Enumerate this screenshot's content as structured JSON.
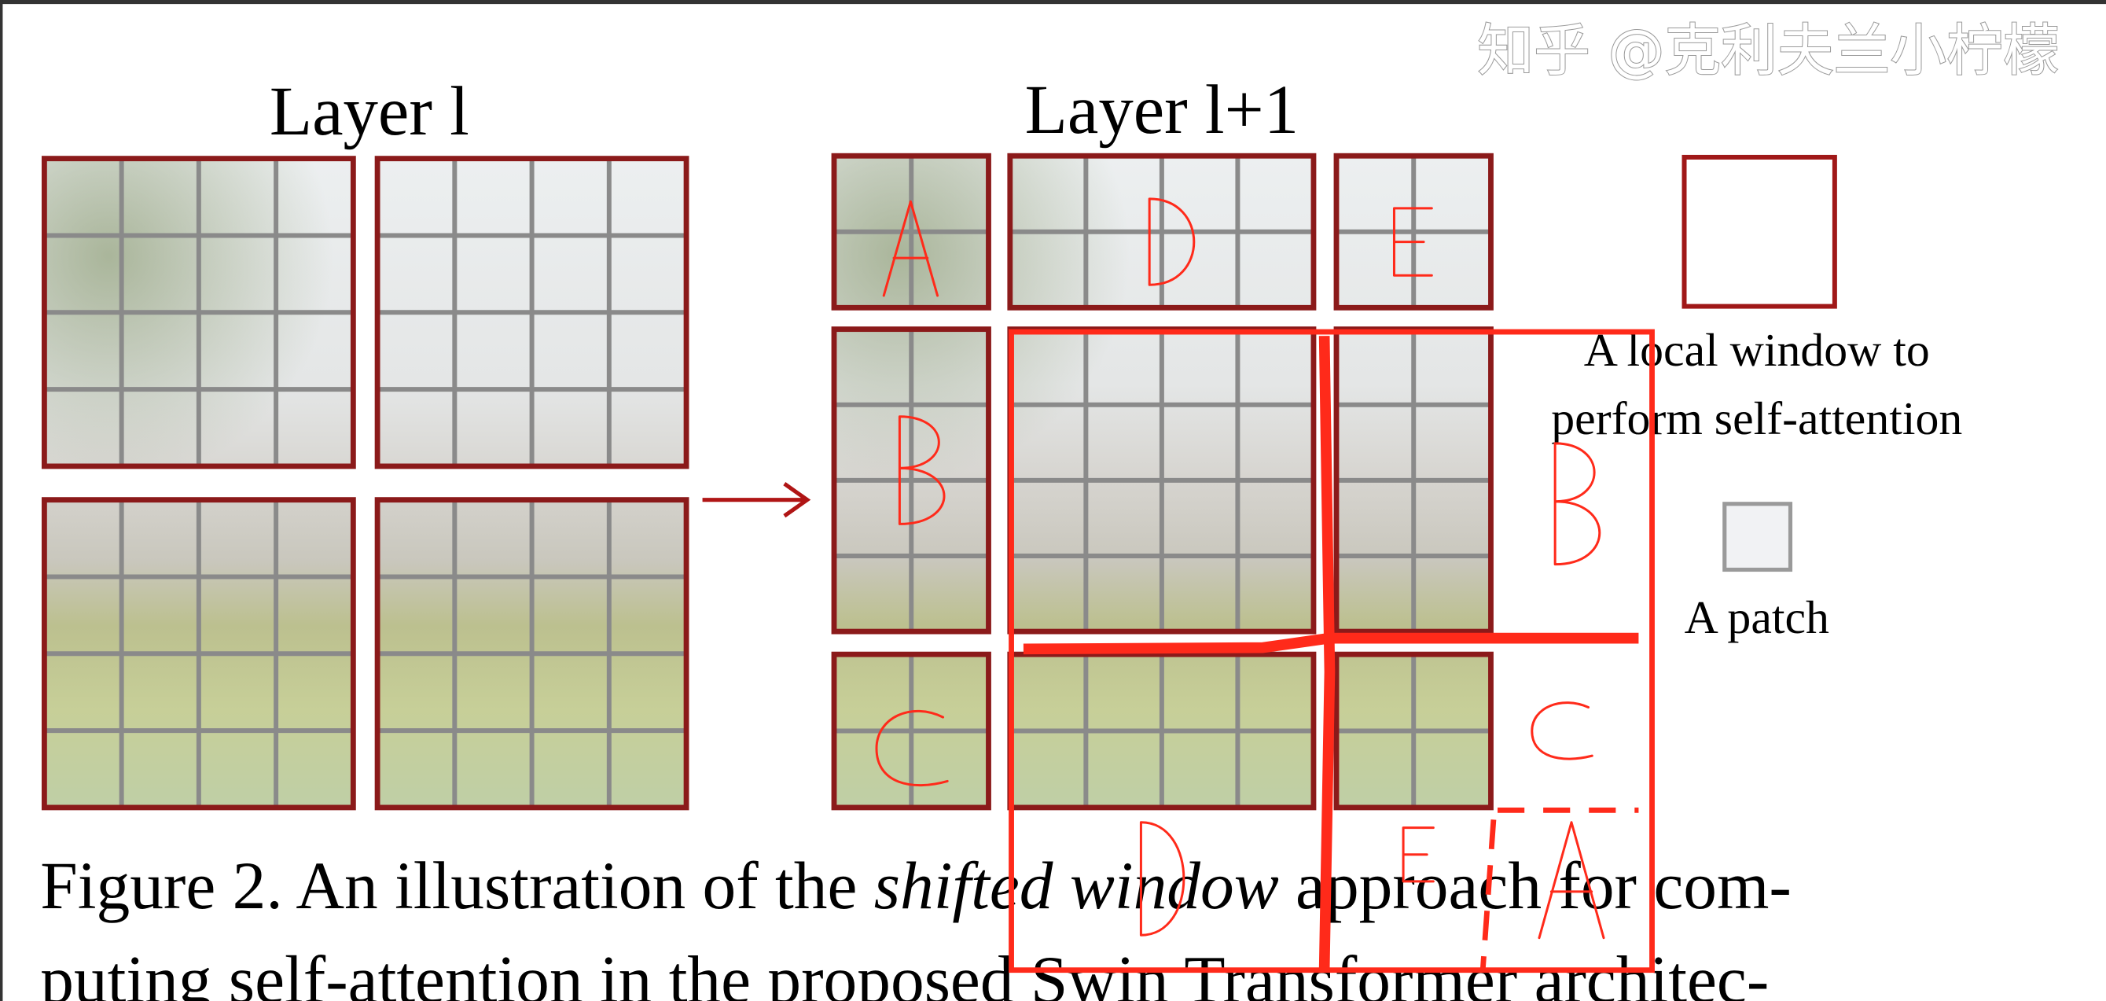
{
  "figure": {
    "left_title": "Layer l",
    "right_title": "Layer l+1",
    "legend": {
      "window_label_line1": "A local window to",
      "window_label_line2": "perform self-attention",
      "patch_label": "A patch"
    },
    "colors": {
      "window_border": "#8b1a1a",
      "patch_grid": "#8a8a8a",
      "annotation": "#ff2a1a"
    }
  },
  "annotations": {
    "top_left": "A",
    "top_middle": "D",
    "top_right": "E",
    "middle_left": "B",
    "bottom_left": "C",
    "shifted_right_top": "B",
    "shifted_right_bottom": "C",
    "shifted_bottom_left": "D",
    "shifted_bottom_middle": "E",
    "shifted_bottom_right": "A"
  },
  "caption": {
    "line1_prefix": "Figure 2. An illustration of the ",
    "line1_italic": "shifted window",
    "line1_suffix": " approach for com-",
    "line2": "puting self-attention in the proposed Swin Transformer architec-"
  },
  "watermark": "知乎 @克利夫兰小柠檬"
}
